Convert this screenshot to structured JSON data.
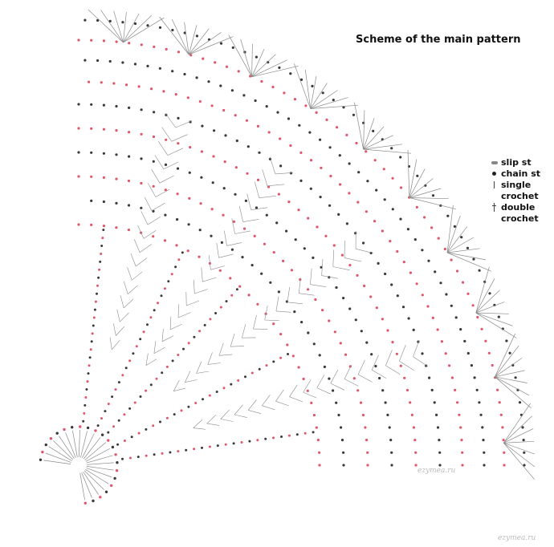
{
  "title": "Scheme of the main pattern",
  "legend": [
    {
      "label": "slip st",
      "icon": "slip-stitch-icon"
    },
    {
      "label": "chain st",
      "icon": "chain-stitch-icon"
    },
    {
      "label": "single crochet",
      "icon": "single-crochet-icon"
    },
    {
      "label": "double crochet",
      "icon": "double-crochet-icon"
    }
  ],
  "colors": {
    "pink": "#e0566b",
    "dark": "#3a3a3a",
    "stitch": "#8a8a8a",
    "background": "#ffffff"
  },
  "pattern": {
    "sector_degrees": 90,
    "petals": 4,
    "outer_rounds": 9
  },
  "watermark": "ezymea.ru"
}
